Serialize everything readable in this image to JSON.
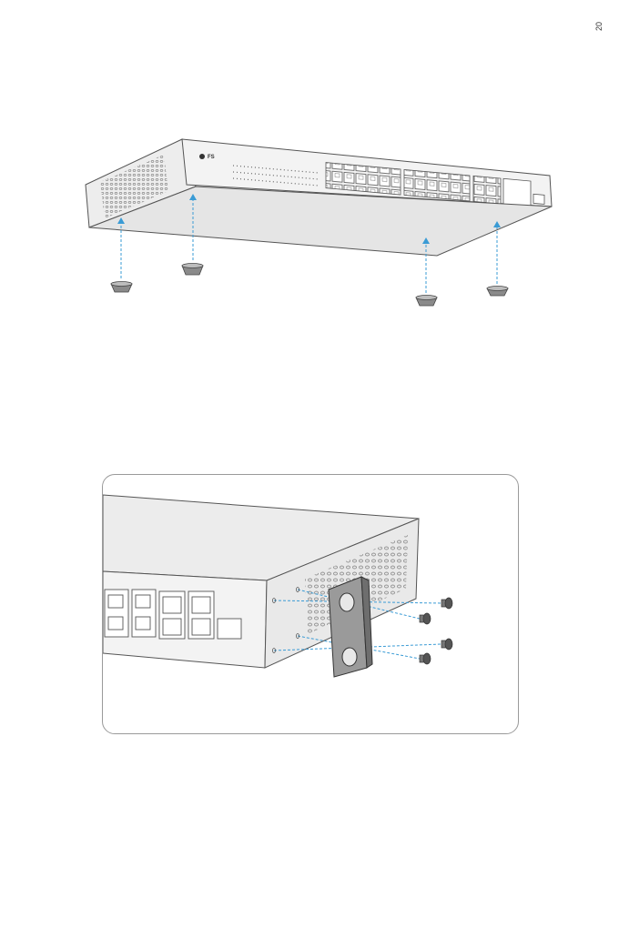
{
  "page": {
    "number": "20"
  },
  "figure_feet": {
    "device": "switch",
    "brand_logo": "FS",
    "arrow_color": "#3a9bd5",
    "foot_count": 4
  },
  "figure_rack": {
    "frame_color": "#9a9a9a",
    "guide_line_color": "#3a9bd5",
    "screw_count": 4
  }
}
